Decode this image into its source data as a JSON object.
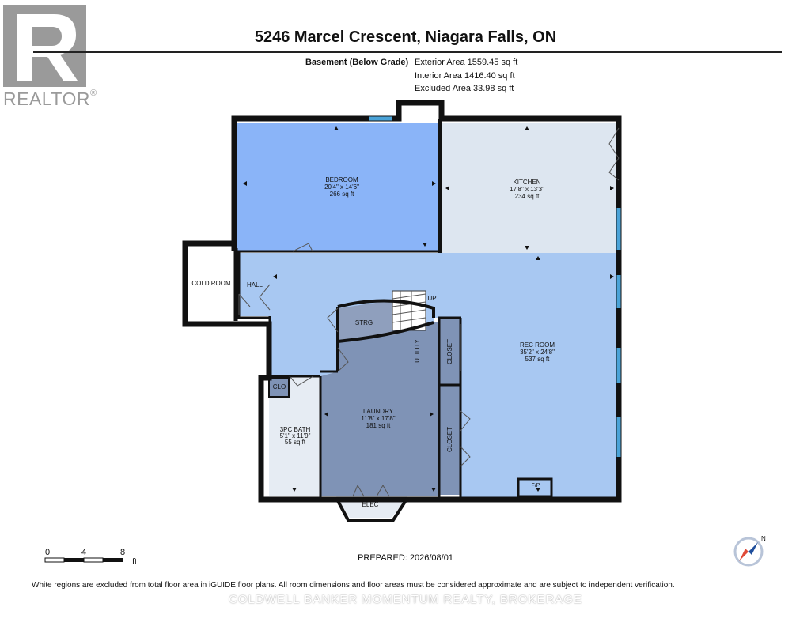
{
  "logo": {
    "text": "REALTOR",
    "mark": "®"
  },
  "title": "5246 Marcel Crescent, Niagara Falls, ON",
  "level": {
    "name": "Basement (Below Grade)",
    "exterior": "Exterior Area 1559.45 sq ft",
    "interior": "Interior Area 1416.40 sq ft",
    "excluded": "Excluded Area 33.98 sq ft"
  },
  "rooms": {
    "bedroom": {
      "name": "BEDROOM",
      "dims": "20'4\" x 14'6\"",
      "area": "266 sq ft",
      "color": "#8ab4f8"
    },
    "kitchen": {
      "name": "KITCHEN",
      "dims": "17'8\" x 13'3\"",
      "area": "234 sq ft",
      "color": "#dde6f0"
    },
    "rec_room": {
      "name": "REC ROOM",
      "dims": "35'2\" x 24'8\"",
      "area": "537 sq ft",
      "color": "#a8c8f2"
    },
    "laundry": {
      "name": "LAUNDRY",
      "dims": "11'8\" x 17'8\"",
      "area": "181 sq ft",
      "color": "#7f93b6"
    },
    "bath": {
      "name": "3PC BATH",
      "dims": "5'1\" x 11'9\"",
      "area": "55 sq ft",
      "color": "#e6ecf3"
    },
    "cold_room": {
      "name": "COLD ROOM"
    },
    "hall": {
      "name": "HALL"
    },
    "strg": {
      "name": "STRG"
    },
    "utility": {
      "name": "UTILITY"
    },
    "clo": {
      "name": "CLO"
    },
    "closet1": {
      "name": "CLOSET"
    },
    "closet2": {
      "name": "CLOSET"
    },
    "elec": {
      "name": "ELEC"
    },
    "fp": {
      "name": "F/P"
    },
    "up": {
      "name": "UP"
    }
  },
  "scale_bar": {
    "ticks": [
      "0",
      "4",
      "8"
    ],
    "unit": "ft"
  },
  "compass": {
    "label": "N"
  },
  "prepared": "PREPARED: 2026/08/01",
  "disclaimer": "White regions are excluded from total floor area in iGUIDE floor plans. All room dimensions and floor areas must be considered approximate and are subject to independent verification.",
  "brokerage": "COLDWELL BANKER MOMENTUM REALTY, BROKERAGE",
  "colors": {
    "wall": "#111111",
    "window": "#4aa3d8",
    "hall": "#a8c8f2",
    "strg": "#8f9fbd"
  }
}
